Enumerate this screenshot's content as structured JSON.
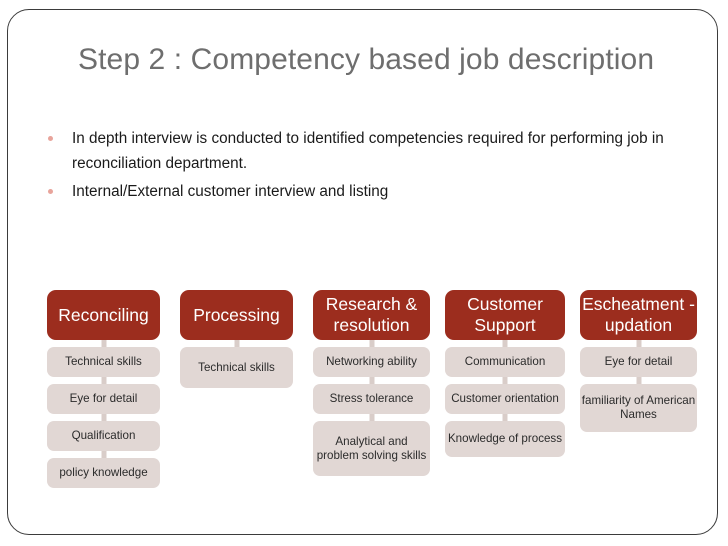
{
  "slide": {
    "title": "Step 2 : Competency based job description",
    "bullets": [
      "In depth interview is conducted to identified competencies required for performing job in reconciliation department.",
      "Internal/External customer interview and listing"
    ]
  },
  "colors": {
    "header_fill": "#9c2d1e",
    "sub_fill": "#e1d7d4",
    "title_text": "#6e6e6e",
    "body_text": "#1a1a1a",
    "bullet_marker": "#e8a49b",
    "frame_border": "#3b3b3b",
    "connector": "#d9cdc9"
  },
  "chart_data": {
    "type": "table",
    "title": "Competency based job description",
    "columns": [
      {
        "header": "Reconciling",
        "items": [
          "Technical skills",
          "Eye for detail",
          "Qualification",
          "policy knowledge"
        ]
      },
      {
        "header": "Processing",
        "items": [
          "Technical skills"
        ]
      },
      {
        "header": "Research & resolution",
        "items": [
          "Networking ability",
          "Stress tolerance",
          "Analytical and problem solving skills"
        ]
      },
      {
        "header": "Customer Support",
        "items": [
          "Communication",
          "Customer orientation",
          "Knowledge of process"
        ]
      },
      {
        "header": "Escheatment - updation",
        "items": [
          "Eye for detail",
          "familiarity of American Names"
        ]
      }
    ]
  }
}
